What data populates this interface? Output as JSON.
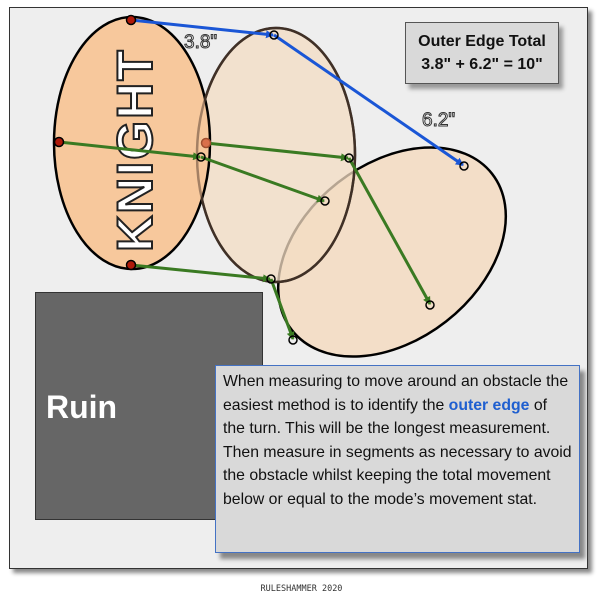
{
  "diagram": {
    "unit_label": "KNIGHT",
    "segment_labels": [
      "3.8\"",
      "6.2\""
    ],
    "obstacle_label": "Ruin"
  },
  "total_box": {
    "title": "Outer Edge Total",
    "equation": "3.8\" + 6.2\" = 10\""
  },
  "note": {
    "part1": "When measuring to move around an obstacle the easiest method is to identify the ",
    "highlight": "outer edge",
    "part2": " of the turn. This will be the longest measurement.",
    "part3": "Then measure in segments as necessary to avoid the obstacle whilst keeping the total movement below or equal to the mode’s movement stat."
  },
  "footer": "RULESHAMMER 2020",
  "colors": {
    "outer_arrow": "#1a56d6",
    "inner_arrow": "#3a7a22",
    "base_fill": "#f7c89c",
    "ghost_fill": "#f3dcc3",
    "highlight": "#1f5fd0"
  }
}
